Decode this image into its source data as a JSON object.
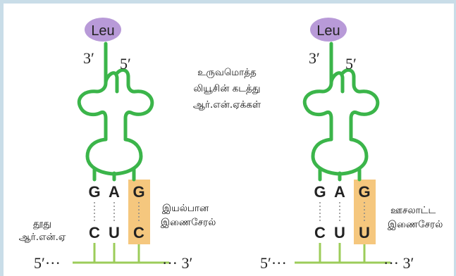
{
  "left_panel": {
    "amino_acid": "Leu",
    "end_3": "3′",
    "end_5": "5′",
    "anticodon": [
      "G",
      "A",
      "G"
    ],
    "codon": [
      "C",
      "U",
      "C"
    ],
    "mrna_left": "5′···",
    "mrna_right": "··· 3′",
    "pairing_label": [
      "இயல்பான",
      "இணைசேரல்"
    ],
    "mrna_label": [
      "தூது",
      "ஆர்.என்.ஏ"
    ]
  },
  "right_panel": {
    "amino_acid": "Leu",
    "end_3": "3′",
    "end_5": "5′",
    "anticodon": [
      "G",
      "A",
      "G"
    ],
    "codon": [
      "C",
      "U",
      "U"
    ],
    "mrna_left": "5′···",
    "mrna_right": "··· 3′",
    "pairing_label": [
      "ஊசலாட்ட",
      "இணைசேரல்"
    ]
  },
  "center_label": [
    "உருவமொத்த",
    "லியூசின் கடத்து",
    "ஆர்.என்.ஏக்கள்"
  ],
  "colors": {
    "trna_green": "#3bb54a",
    "leu_purple": "#b89ad8",
    "highlight": "#f5c77e",
    "frame": "#c9dde8"
  }
}
